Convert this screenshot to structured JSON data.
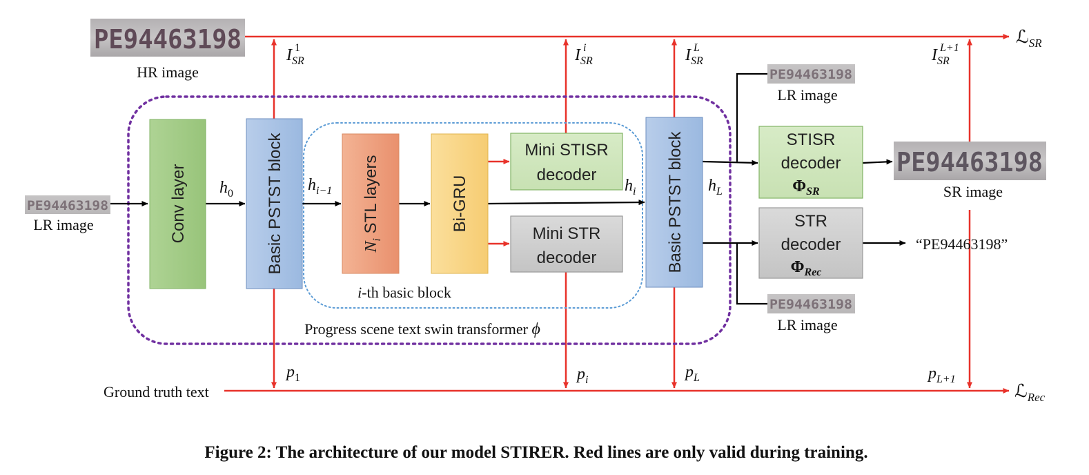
{
  "colors": {
    "red": "#e8322a",
    "black": "#000000",
    "purple_dash": "#7030a0",
    "blue_dot": "#5b9bd5",
    "conv_fill": "#9fca82",
    "pstst_fill": "#a9c3e6",
    "stl_fill": "#ee9f7e",
    "gru_fill": "#f8d486",
    "mini_stisr_fill": "#cfe5bd",
    "mini_str_fill": "#d0d0d0",
    "stisr_dec_fill": "#cfe5bd",
    "str_dec_fill": "#cfcfcf"
  },
  "images": {
    "hr": {
      "text": "PE94463198",
      "label": "HR image"
    },
    "lr_input": {
      "text": "PE94463198",
      "label": "LR image"
    },
    "lr_top": {
      "text": "PE94463198",
      "label": "LR image"
    },
    "lr_bottom": {
      "text": "PE94463198",
      "label": "LR image"
    },
    "sr": {
      "text": "PE94463198",
      "label": "SR image"
    }
  },
  "blocks": {
    "conv": "Conv layer",
    "pstst_left": "Basic PSTST block",
    "pstst_right": "Basic PSTST block",
    "stl_sym": "N",
    "stl_sub": "i",
    "stl_text": " STL layers",
    "bigru": "Bi-GRU",
    "mini_stisr": [
      "Mini STISR",
      "decoder"
    ],
    "mini_str": [
      "Mini STR",
      "decoder"
    ],
    "stisr_dec": [
      "STISR",
      "decoder"
    ],
    "stisr_phi": "Φ",
    "stisr_phi_sub": "SR",
    "str_dec": [
      "STR",
      "decoder"
    ],
    "str_phi": "Φ",
    "str_phi_sub": "Rec"
  },
  "labels": {
    "h0": {
      "base": "h",
      "sub": "0"
    },
    "h_im1": {
      "base": "h",
      "sub": "i−1"
    },
    "h_i": {
      "base": "h",
      "sub": "i"
    },
    "h_L": {
      "base": "h",
      "sub": "L"
    },
    "I_SR_1": {
      "base": "I",
      "sub": "SR",
      "sup": "1"
    },
    "I_SR_i": {
      "base": "I",
      "sub": "SR",
      "sup": "i"
    },
    "I_SR_L": {
      "base": "I",
      "sub": "SR",
      "sup": "L"
    },
    "I_SR_L1": {
      "base": "I",
      "sub": "SR",
      "sup": "L+1"
    },
    "p_1": {
      "base": "p",
      "sub": "1"
    },
    "p_i": {
      "base": "p",
      "sub": "i"
    },
    "p_L": {
      "base": "p",
      "sub": "L"
    },
    "p_L1": {
      "base": "p",
      "sub": "L+1"
    },
    "loss_sr": {
      "base": "ℒ",
      "sub": "SR"
    },
    "loss_rec": {
      "base": "ℒ",
      "sub": "Rec"
    }
  },
  "texts": {
    "basic_block_i": "i",
    "basic_block_rest": "-th basic block",
    "progress_caption": "Progress scene text swin transformer ",
    "progress_phi": "ϕ",
    "ground_truth": "Ground truth text",
    "output_text": "“PE94463198”"
  },
  "caption": "Figure 2: The architecture of our model STIRER. Red lines are only valid during training."
}
